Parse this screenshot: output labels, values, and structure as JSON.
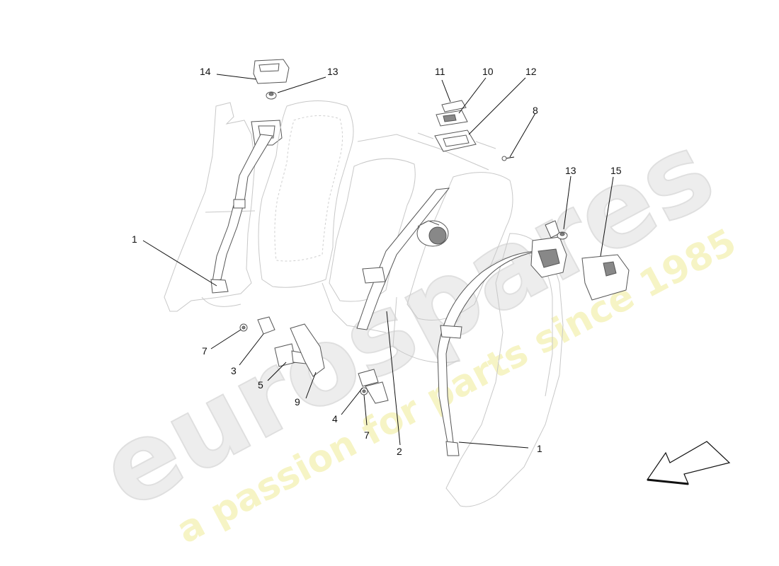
{
  "watermark": {
    "brand": "eurospares",
    "tagline": "a passion for parts since 1985",
    "brand_color": "#e8e8e8",
    "tagline_color": "#f3f0b0"
  },
  "callouts": [
    {
      "id": "c14",
      "text": "14"
    },
    {
      "id": "c13a",
      "text": "13"
    },
    {
      "id": "c11",
      "text": "11"
    },
    {
      "id": "c10",
      "text": "10"
    },
    {
      "id": "c12",
      "text": "12"
    },
    {
      "id": "c8",
      "text": "8"
    },
    {
      "id": "c13b",
      "text": "13"
    },
    {
      "id": "c15",
      "text": "15"
    },
    {
      "id": "c1a",
      "text": "1"
    },
    {
      "id": "c7a",
      "text": "7"
    },
    {
      "id": "c3",
      "text": "3"
    },
    {
      "id": "c5",
      "text": "5"
    },
    {
      "id": "c9",
      "text": "9"
    },
    {
      "id": "c4",
      "text": "4"
    },
    {
      "id": "c7b",
      "text": "7"
    },
    {
      "id": "c2",
      "text": "2"
    },
    {
      "id": "c1b",
      "text": "1"
    }
  ],
  "icons": {
    "direction_arrow": "arrow-down-left-icon"
  }
}
